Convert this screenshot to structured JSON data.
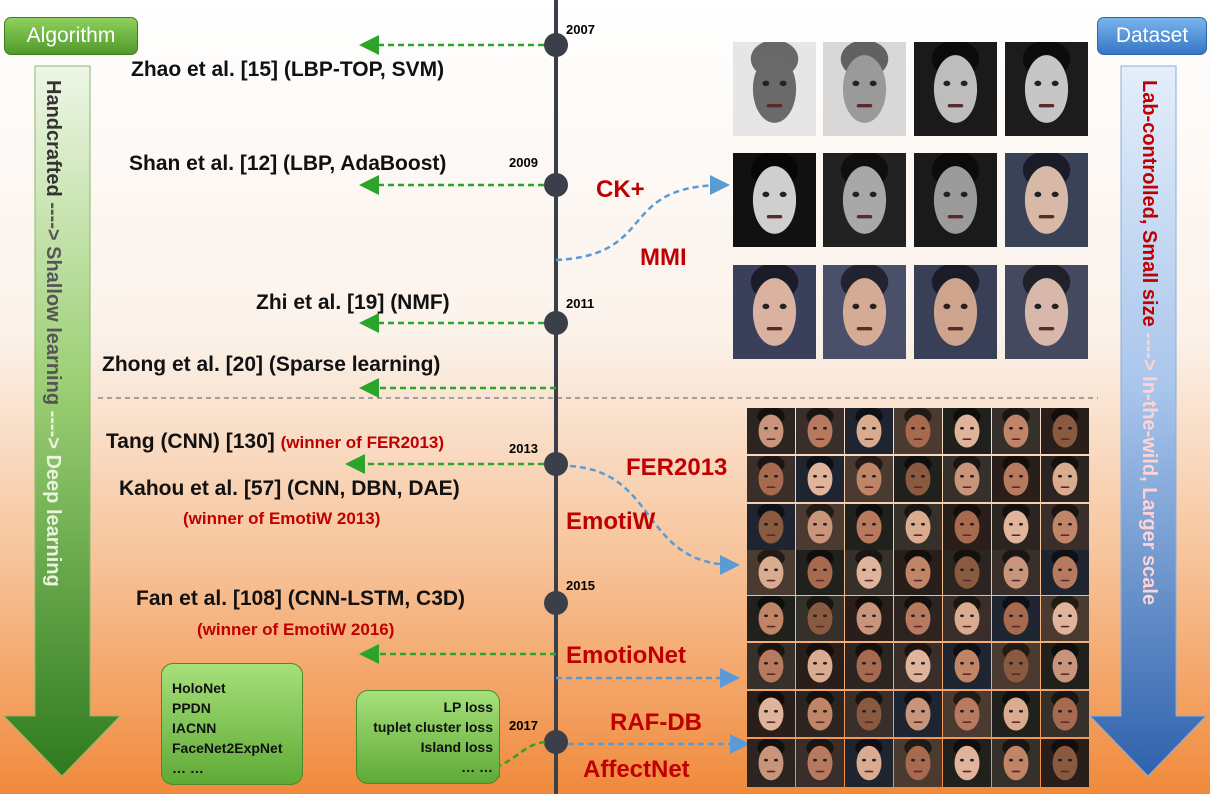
{
  "labels": {
    "algorithm": "Algorithm",
    "dataset": "Dataset",
    "left_axis": {
      "part1": "Handcrafted ",
      "part2": "----> Shallow learning  ",
      "part3": "----> Deep learning"
    },
    "right_axis": {
      "part1": "Lab-controlled, Small size ",
      "part2": "----> In-the-wild, Larger scale"
    }
  },
  "years": [
    "2007",
    "2009",
    "2011",
    "2013",
    "2015",
    "2017"
  ],
  "methods": [
    {
      "text": "Zhao et al. [15] (LBP-TOP, SVM)"
    },
    {
      "text": "Shan et al. [12] (LBP, AdaBoost)"
    },
    {
      "text": "Zhi et al. [19] (NMF)"
    },
    {
      "text": "Zhong et al. [20] (Sparse learning)"
    },
    {
      "text": "Tang (CNN) [130] ",
      "winner": "(winner of FER2013)"
    },
    {
      "text": "Kahou et al. [57] (CNN, DBN, DAE)",
      "winner": "(winner of EmotiW 2013)"
    },
    {
      "text": "Fan et al. [108] (CNN-LSTM, C3D)",
      "winner": "(winner of EmotiW 2016)"
    }
  ],
  "datasets": [
    "CK+",
    "MMI",
    "FER2013",
    "EmotiW",
    "EmotioNet",
    "RAF-DB",
    "AffectNet"
  ],
  "box_left": [
    "HoloNet",
    "PPDN",
    "IACNN",
    "FaceNet2ExpNet",
    "… …"
  ],
  "box_right": [
    "LP loss",
    "tuplet cluster loss",
    "Island loss",
    "… …"
  ],
  "colors": {
    "green_arrow": "#2aa52a",
    "blue_arrow": "#5b9bd5",
    "dataset_text": "#c00000",
    "timeline": "#3a3f4a"
  }
}
